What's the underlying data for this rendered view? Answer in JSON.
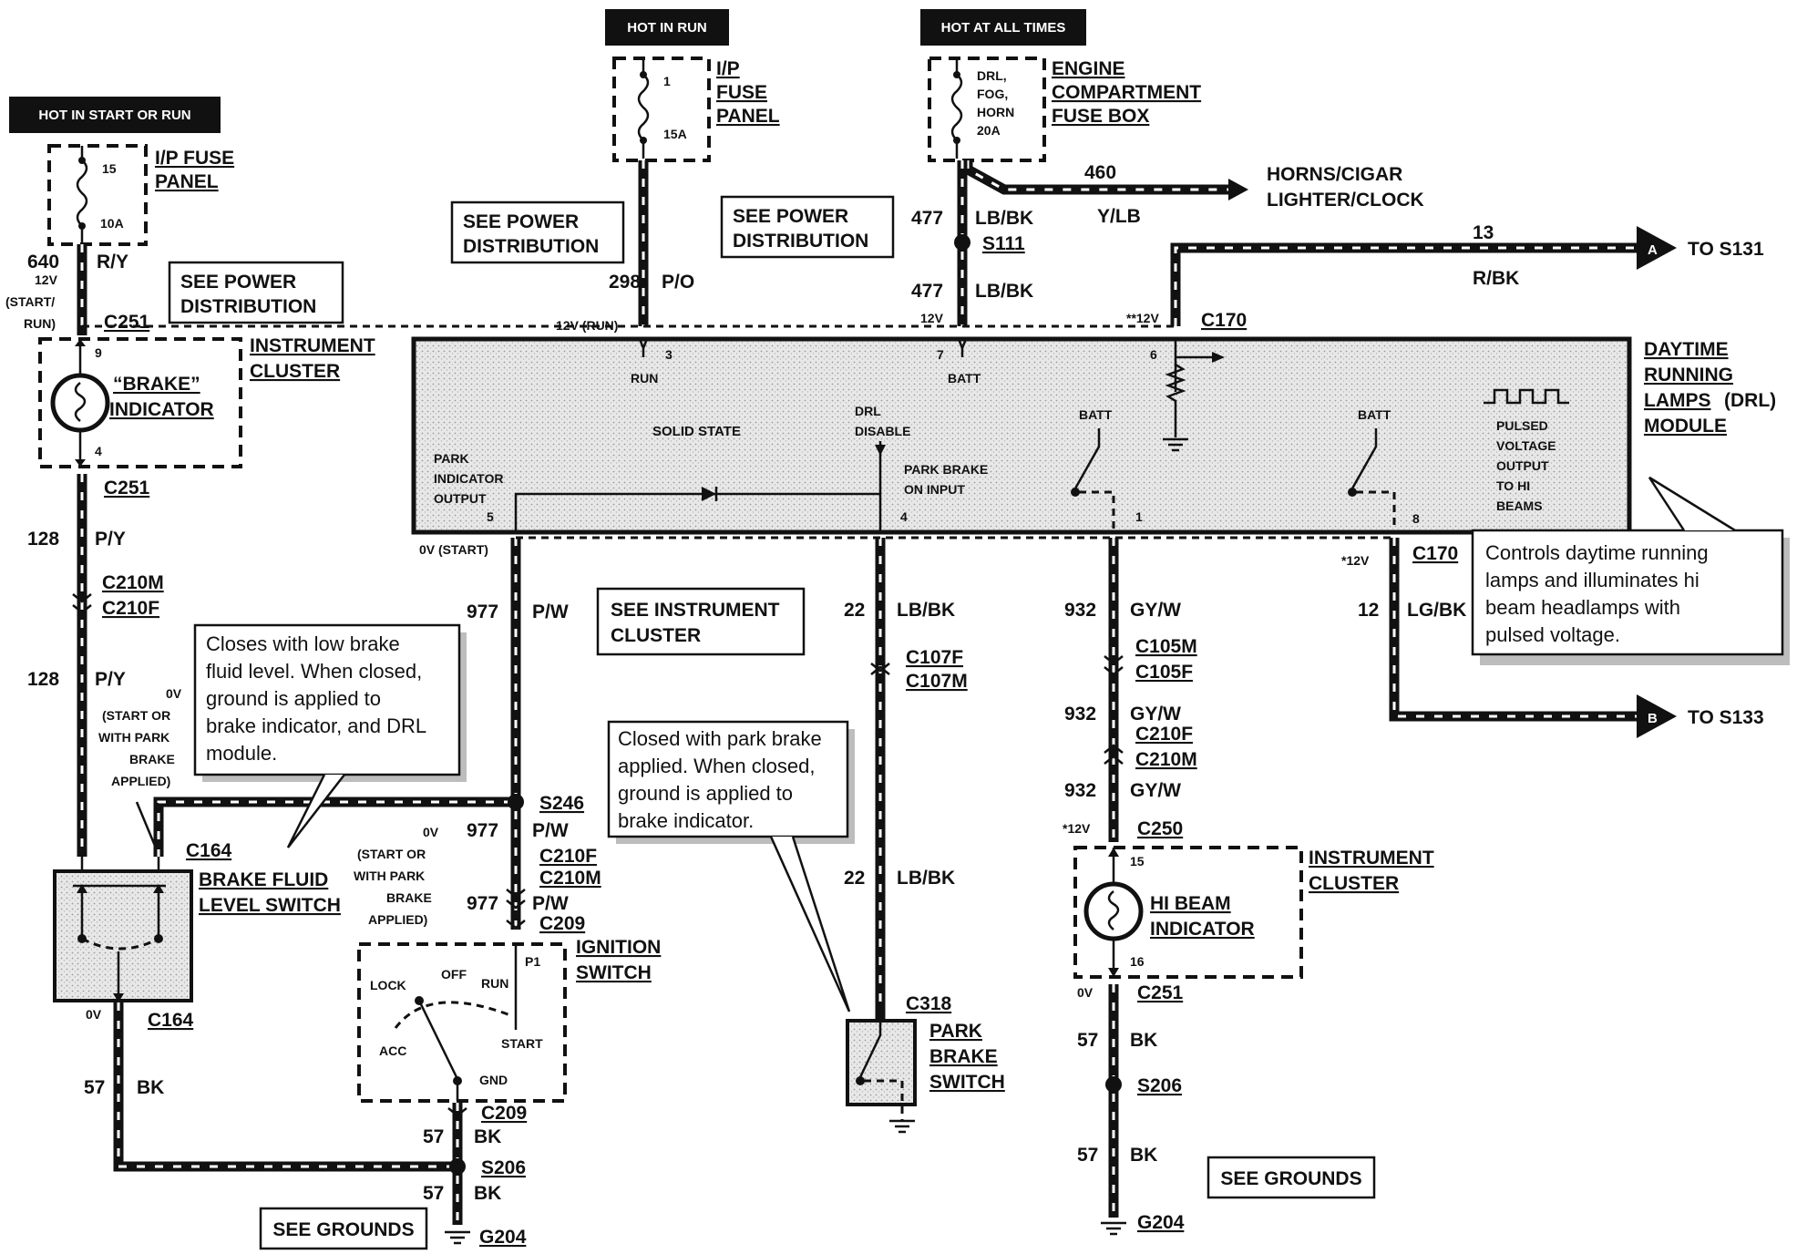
{
  "headers": {
    "start_run": "HOT IN START OR RUN",
    "run": "HOT IN RUN",
    "all_times": "HOT AT ALL TIMES"
  },
  "fuses": {
    "left": {
      "num": "15",
      "amp": "10A",
      "title1": "I/P FUSE",
      "title2": "PANEL"
    },
    "mid": {
      "num": "1",
      "amp": "15A",
      "title1": "I/P",
      "title2": "FUSE",
      "title3": "PANEL"
    },
    "right": {
      "l1": "DRL,",
      "l2": "FOG,",
      "l3": "HORN",
      "l4": "20A",
      "title1": "ENGINE",
      "title2": "COMPARTMENT",
      "title3": "FUSE BOX"
    }
  },
  "see_boxes": {
    "power_left": [
      "SEE POWER",
      "DISTRIBUTION"
    ],
    "power_mid": [
      "SEE POWER",
      "DISTRIBUTION"
    ],
    "power_right": [
      "SEE POWER",
      "DISTRIBUTION"
    ],
    "instrument": [
      "SEE INSTRUMENT",
      "CLUSTER"
    ],
    "grounds_left": "SEE GROUNDS",
    "grounds_right": "SEE GROUNDS"
  },
  "wires": {
    "w640": "640",
    "w640_color": "R/Y",
    "w640_v": "12V",
    "w640_v2": "(START/",
    "w640_v3": "RUN)",
    "w298": "298",
    "w298_color": "P/O",
    "w460": "460",
    "w460_color": "Y/LB",
    "horns1": "HORNS/CIGAR",
    "horns2": "LIGHTER/CLOCK",
    "w477a": "477",
    "w477a_color": "LB/BK",
    "s111": "S111",
    "w477b": "477",
    "w477b_color": "LB/BK",
    "v12": "12V",
    "v12run": "12V (RUN)",
    "v12star": "**12V",
    "w13": "13",
    "w13_color": "R/BK",
    "to_s131": "TO S131",
    "conn_a": "A",
    "c170": "C170",
    "c170b": "C170",
    "v12starb": "*12V",
    "w12": "12",
    "w12_color": "LG/BK",
    "to_s133": "TO S133",
    "conn_b": "B",
    "c251a": "C251",
    "c251b": "C251",
    "w128a": "128",
    "w128a_color": "P/Y",
    "c210m": "C210M",
    "c210f": "C210F",
    "w128b": "128",
    "w128b_color": "P/Y",
    "v0a": "0V",
    "start_or": "(START OR",
    "with_park": "WITH PARK",
    "brake": "BRAKE",
    "applied": "APPLIED)",
    "c164a": "C164",
    "c164b": "C164",
    "v0b": "0V",
    "w57a": "57",
    "w57a_color": "BK",
    "v0start": "0V (START)",
    "w977a": "977",
    "w977a_color": "P/W",
    "s246": "S246",
    "v0c": "0V",
    "start_or2": "(START OR",
    "with_park2": "WITH PARK",
    "brake2": "BRAKE",
    "applied2": "APPLIED)",
    "w977b": "977",
    "w977b_color": "P/W",
    "c210f2": "C210F",
    "c210m2": "C210M",
    "w977c": "977",
    "w977c_color": "P/W",
    "c209a": "C209",
    "c209b": "C209",
    "w57b": "57",
    "w57b_color": "BK",
    "s206a": "S206",
    "w57c": "57",
    "w57c_color": "BK",
    "g204a": "G204",
    "w22a": "22",
    "w22a_color": "LB/BK",
    "c107f": "C107F",
    "c107m": "C107M",
    "w22b": "22",
    "w22b_color": "LB/BK",
    "c318": "C318",
    "w932a": "932",
    "w932a_color": "GY/W",
    "c105m": "C105M",
    "c105f": "C105F",
    "w932b": "932",
    "w932b_color": "GY/W",
    "c210f3": "C210F",
    "c210m3": "C210M",
    "w932c": "932",
    "w932c_color": "GY/W",
    "v12star2": "*12V",
    "c250": "C250",
    "v0d": "0V",
    "c251c": "C251",
    "w57d": "57",
    "w57d_color": "BK",
    "s206b": "S206",
    "w57e": "57",
    "w57e_color": "BK",
    "g204b": "G204"
  },
  "cluster": {
    "title1": "INSTRUMENT",
    "title2": "CLUSTER",
    "pin9": "9",
    "pin4": "4",
    "ind1": "“BRAKE”",
    "ind2": "INDICATOR"
  },
  "cluster2": {
    "title1": "INSTRUMENT",
    "title2": "CLUSTER",
    "pin15": "15",
    "pin16": "16",
    "ind1": "HI BEAM",
    "ind2": "INDICATOR"
  },
  "module": {
    "title1": "DAYTIME",
    "title2": "RUNNING",
    "title3": "LAMPS",
    "title3b": "(DRL)",
    "title4": "MODULE",
    "pin3": "3",
    "run": "RUN",
    "pin7": "7",
    "batt": "BATT",
    "pin6": "6",
    "solid": "SOLID STATE",
    "drl1": "DRL",
    "drl2": "DISABLE",
    "park1": "PARK",
    "park2": "INDICATOR",
    "park3": "OUTPUT",
    "pin5": "5",
    "pb1": "PARK BRAKE",
    "pb2": "ON INPUT",
    "pin4": "4",
    "batt2": "BATT",
    "pin1": "1",
    "batt3": "BATT",
    "pin8": "8",
    "pv1": "PULSED",
    "pv2": "VOLTAGE",
    "pv3": "OUTPUT",
    "pv4": "TO HI",
    "pv5": "BEAMS"
  },
  "switches": {
    "bfl1": "BRAKE FLUID",
    "bfl2": "LEVEL SWITCH",
    "ign1": "IGNITION",
    "ign2": "SWITCH",
    "lock": "LOCK",
    "off": "OFF",
    "run": "RUN",
    "acc": "ACC",
    "start": "START",
    "gnd": "GND",
    "p1": "P1",
    "pb1": "PARK",
    "pb2": "BRAKE",
    "pb3": "SWITCH"
  },
  "notes": {
    "brake_fluid": [
      "Closes with low brake",
      "fluid level. When closed,",
      "ground is applied to",
      "brake indicator, and DRL",
      "module."
    ],
    "park_brake": [
      "Closed with park brake",
      "applied. When closed,",
      "ground is applied to",
      "brake indicator."
    ],
    "drl": [
      "Controls daytime running",
      "lamps and illuminates hi",
      "beam headlamps with",
      "pulsed voltage."
    ]
  }
}
